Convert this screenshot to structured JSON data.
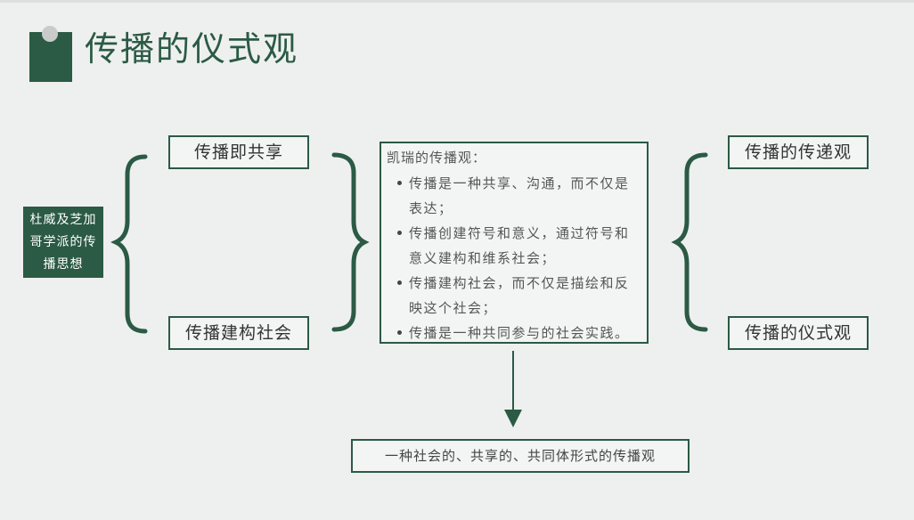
{
  "page": {
    "title": "传播的仪式观"
  },
  "source": {
    "text": "杜威及芝加哥学派的传播思想"
  },
  "left": {
    "top_label": "传播即共享",
    "bottom_label": "传播建构社会"
  },
  "center": {
    "heading": "凯瑞的传播观：",
    "items": [
      "传播是一种共享、沟通，而不仅是表达；",
      "传播创建符号和意义，通过符号和意义建构和维系社会；",
      "传播建构社会，而不仅是描绘和反映这个社会；",
      "传播是一种共同参与的社会实践。"
    ]
  },
  "right": {
    "top_label": "传播的传递观",
    "bottom_label": "传播的仪式观"
  },
  "conclusion": {
    "text": "一种社会的、共享的、共同体形式的传播观"
  },
  "colors": {
    "accent": "#2b5a45",
    "background": "#eef0ef",
    "dot": "#c9cbca"
  }
}
